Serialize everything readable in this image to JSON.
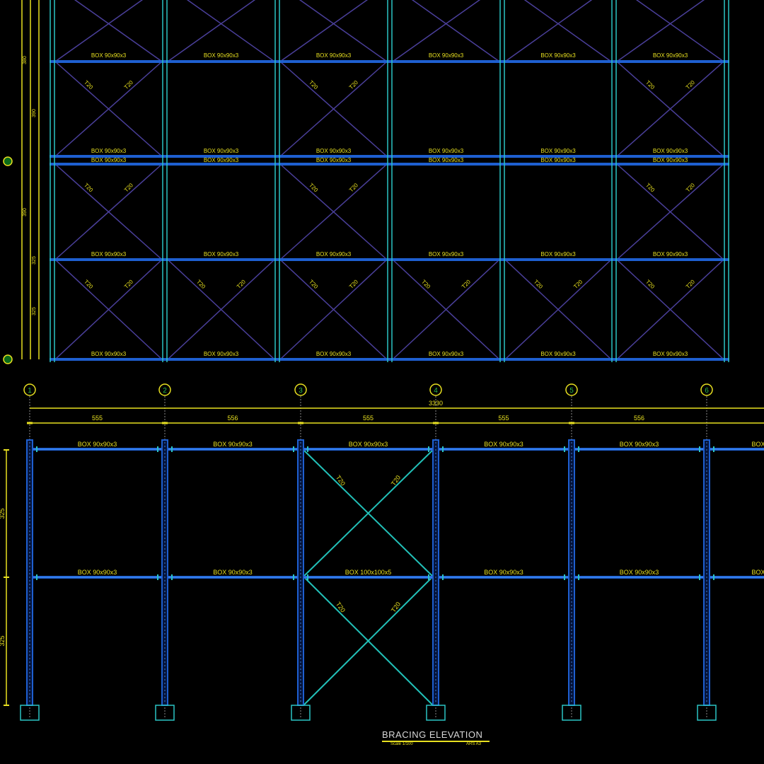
{
  "colors": {
    "background": "#000000",
    "column": "#2bc4c4",
    "beam": "#1e5fd0",
    "brace_plan": "#4a3f9a",
    "brace_elev": "#22c0b8",
    "dimension": "#e8e020",
    "title": "#d8d8d8"
  },
  "plan": {
    "beam_label": "BOX 90x90x3",
    "brace_label": "T20",
    "dim_labels": [
      "380",
      "390",
      "390",
      "325",
      "325"
    ],
    "bays": 6,
    "braced_rows": [
      [
        0,
        1,
        2,
        3,
        4,
        5
      ],
      [
        0,
        2,
        5
      ],
      [
        0,
        2,
        5
      ],
      [
        0,
        1,
        2,
        3,
        4,
        5
      ]
    ]
  },
  "elevation": {
    "grid_labels": [
      "1",
      "2",
      "3",
      "4",
      "5",
      "6"
    ],
    "overall_dim": "3330",
    "bay_dims": [
      "555",
      "556",
      "555",
      "555",
      "556"
    ],
    "story_dims": [
      "325",
      "325"
    ],
    "upper_beams": [
      "BOX 90x90x3",
      "BOX 90x90x3",
      "BOX 90x90x3",
      "BOX 90x90x3",
      "BOX 90x90x3",
      "BOX"
    ],
    "lower_beams": [
      "BOX 90x90x3",
      "BOX 90x90x3",
      "BOX 100x100x5",
      "BOX 90x90x3",
      "BOX 90x90x3",
      "BOX"
    ],
    "brace_label": "T20",
    "braced_bay": 2
  },
  "title": {
    "main": "BRACING ELEVATION",
    "scale": "Scale 1/100",
    "sheet": "ARS A3"
  }
}
